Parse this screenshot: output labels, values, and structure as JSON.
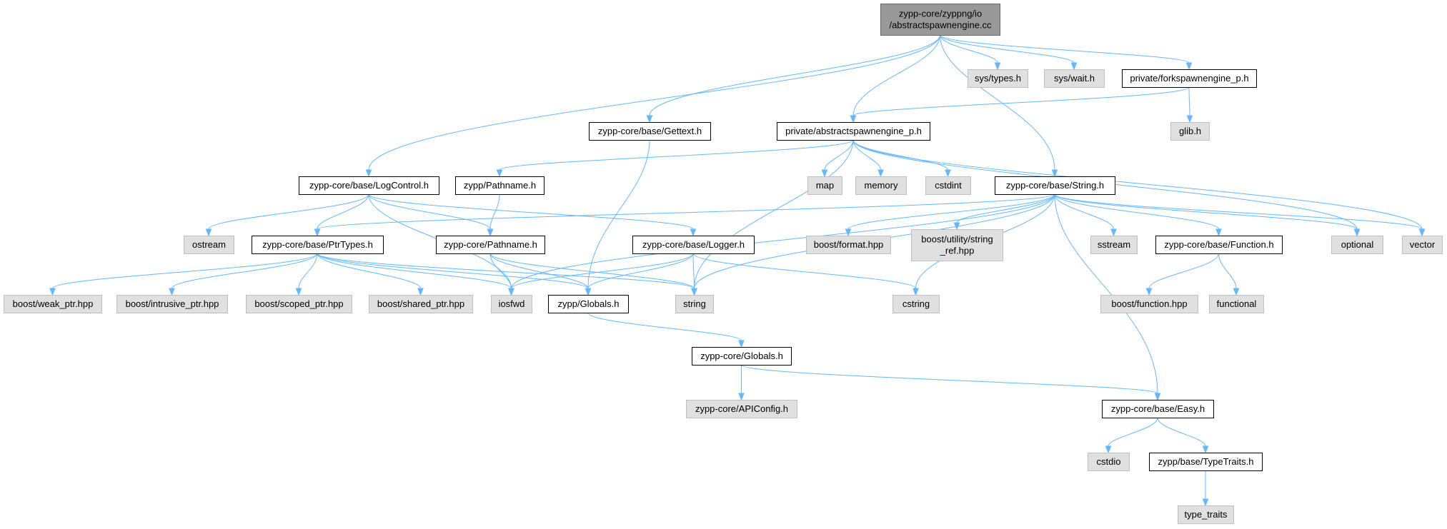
{
  "colors": {
    "root_fill": "#999999",
    "documented_fill": "#ffffff",
    "external_fill": "#e0e0e0",
    "documented_border": "#000000",
    "external_border": "#bfbfbf",
    "edge": "#63b8ff"
  },
  "diagram": {
    "nodes": [
      {
        "id": "root",
        "kind": "root",
        "lines": [
          "zypp-core/zyppng/io",
          "/abstractspawnengine.cc"
        ]
      },
      {
        "id": "systypes",
        "kind": "external",
        "lines": [
          "sys/types.h"
        ]
      },
      {
        "id": "syswait",
        "kind": "external",
        "lines": [
          "sys/wait.h"
        ]
      },
      {
        "id": "forkspawn",
        "kind": "documented",
        "lines": [
          "private/forkspawnengine_p.h"
        ]
      },
      {
        "id": "glib",
        "kind": "external",
        "lines": [
          "glib.h"
        ]
      },
      {
        "id": "gettext",
        "kind": "documented",
        "lines": [
          "zypp-core/base/Gettext.h"
        ]
      },
      {
        "id": "abstractspawn",
        "kind": "documented",
        "lines": [
          "private/abstractspawnengine_p.h"
        ]
      },
      {
        "id": "logcontrol",
        "kind": "documented",
        "lines": [
          "zypp-core/base/LogControl.h"
        ]
      },
      {
        "id": "zpathname",
        "kind": "documented",
        "lines": [
          "zypp/Pathname.h"
        ]
      },
      {
        "id": "map",
        "kind": "external",
        "lines": [
          "map"
        ]
      },
      {
        "id": "memory",
        "kind": "external",
        "lines": [
          "memory"
        ]
      },
      {
        "id": "cstdint",
        "kind": "external",
        "lines": [
          "cstdint"
        ]
      },
      {
        "id": "stringh",
        "kind": "documented",
        "lines": [
          "zypp-core/base/String.h"
        ]
      },
      {
        "id": "optional",
        "kind": "external",
        "lines": [
          "optional"
        ]
      },
      {
        "id": "vector",
        "kind": "external",
        "lines": [
          "vector"
        ]
      },
      {
        "id": "ostream",
        "kind": "external",
        "lines": [
          "ostream"
        ]
      },
      {
        "id": "ptrtypes",
        "kind": "documented",
        "lines": [
          "zypp-core/base/PtrTypes.h"
        ]
      },
      {
        "id": "cpathname",
        "kind": "documented",
        "lines": [
          "zypp-core/Pathname.h"
        ]
      },
      {
        "id": "logger",
        "kind": "documented",
        "lines": [
          "zypp-core/base/Logger.h"
        ]
      },
      {
        "id": "boostformat",
        "kind": "external",
        "lines": [
          "boost/format.hpp"
        ]
      },
      {
        "id": "boostutil",
        "kind": "external",
        "lines": [
          "boost/utility/string",
          "_ref.hpp"
        ]
      },
      {
        "id": "sstream",
        "kind": "external",
        "lines": [
          "sstream"
        ]
      },
      {
        "id": "function",
        "kind": "documented",
        "lines": [
          "zypp-core/base/Function.h"
        ]
      },
      {
        "id": "weakptr",
        "kind": "external",
        "lines": [
          "boost/weak_ptr.hpp"
        ]
      },
      {
        "id": "intrusive",
        "kind": "external",
        "lines": [
          "boost/intrusive_ptr.hpp"
        ]
      },
      {
        "id": "scoped",
        "kind": "external",
        "lines": [
          "boost/scoped_ptr.hpp"
        ]
      },
      {
        "id": "shared",
        "kind": "external",
        "lines": [
          "boost/shared_ptr.hpp"
        ]
      },
      {
        "id": "iosfwd",
        "kind": "external",
        "lines": [
          "iosfwd"
        ]
      },
      {
        "id": "zglobals",
        "kind": "documented",
        "lines": [
          "zypp/Globals.h"
        ]
      },
      {
        "id": "string",
        "kind": "external",
        "lines": [
          "string"
        ]
      },
      {
        "id": "cstring",
        "kind": "external",
        "lines": [
          "cstring"
        ]
      },
      {
        "id": "boostfunction",
        "kind": "external",
        "lines": [
          "boost/function.hpp"
        ]
      },
      {
        "id": "functional",
        "kind": "external",
        "lines": [
          "functional"
        ]
      },
      {
        "id": "cglobals",
        "kind": "documented",
        "lines": [
          "zypp-core/Globals.h"
        ]
      },
      {
        "id": "apiconfig",
        "kind": "external",
        "lines": [
          "zypp-core/APIConfig.h"
        ]
      },
      {
        "id": "easy",
        "kind": "documented",
        "lines": [
          "zypp-core/base/Easy.h"
        ]
      },
      {
        "id": "cstdio",
        "kind": "external",
        "lines": [
          "cstdio"
        ]
      },
      {
        "id": "typetraits",
        "kind": "documented",
        "lines": [
          "zypp/base/TypeTraits.h"
        ]
      },
      {
        "id": "type_traits",
        "kind": "external",
        "lines": [
          "type_traits"
        ]
      }
    ],
    "edges": [
      {
        "from": "root",
        "to": "systypes"
      },
      {
        "from": "root",
        "to": "syswait"
      },
      {
        "from": "root",
        "to": "forkspawn"
      },
      {
        "from": "root",
        "to": "gettext"
      },
      {
        "from": "root",
        "to": "abstractspawn"
      },
      {
        "from": "root",
        "to": "logcontrol"
      },
      {
        "from": "root",
        "to": "stringh"
      },
      {
        "from": "forkspawn",
        "to": "glib"
      },
      {
        "from": "forkspawn",
        "to": "abstractspawn"
      },
      {
        "from": "gettext",
        "to": "zglobals"
      },
      {
        "from": "abstractspawn",
        "to": "zpathname"
      },
      {
        "from": "abstractspawn",
        "to": "map"
      },
      {
        "from": "abstractspawn",
        "to": "memory"
      },
      {
        "from": "abstractspawn",
        "to": "cstdint"
      },
      {
        "from": "abstractspawn",
        "to": "optional"
      },
      {
        "from": "abstractspawn",
        "to": "vector"
      },
      {
        "from": "abstractspawn",
        "to": "string"
      },
      {
        "from": "logcontrol",
        "to": "ostream"
      },
      {
        "from": "logcontrol",
        "to": "ptrtypes"
      },
      {
        "from": "logcontrol",
        "to": "cpathname"
      },
      {
        "from": "logcontrol",
        "to": "logger"
      },
      {
        "from": "logcontrol",
        "to": "iosfwd"
      },
      {
        "from": "zpathname",
        "to": "cpathname"
      },
      {
        "from": "stringh",
        "to": "ptrtypes"
      },
      {
        "from": "stringh",
        "to": "iosfwd"
      },
      {
        "from": "stringh",
        "to": "boostformat"
      },
      {
        "from": "stringh",
        "to": "boostutil"
      },
      {
        "from": "stringh",
        "to": "sstream"
      },
      {
        "from": "stringh",
        "to": "function"
      },
      {
        "from": "stringh",
        "to": "optional"
      },
      {
        "from": "stringh",
        "to": "vector"
      },
      {
        "from": "stringh",
        "to": "string"
      },
      {
        "from": "stringh",
        "to": "cstring"
      },
      {
        "from": "stringh",
        "to": "easy"
      },
      {
        "from": "ptrtypes",
        "to": "weakptr"
      },
      {
        "from": "ptrtypes",
        "to": "intrusive"
      },
      {
        "from": "ptrtypes",
        "to": "scoped"
      },
      {
        "from": "ptrtypes",
        "to": "shared"
      },
      {
        "from": "ptrtypes",
        "to": "iosfwd"
      },
      {
        "from": "ptrtypes",
        "to": "zglobals"
      },
      {
        "from": "ptrtypes",
        "to": "string"
      },
      {
        "from": "cpathname",
        "to": "iosfwd"
      },
      {
        "from": "cpathname",
        "to": "zglobals"
      },
      {
        "from": "cpathname",
        "to": "string"
      },
      {
        "from": "logger",
        "to": "iosfwd"
      },
      {
        "from": "logger",
        "to": "zglobals"
      },
      {
        "from": "logger",
        "to": "string"
      },
      {
        "from": "logger",
        "to": "cstring"
      },
      {
        "from": "function",
        "to": "boostfunction"
      },
      {
        "from": "function",
        "to": "functional"
      },
      {
        "from": "zglobals",
        "to": "cglobals"
      },
      {
        "from": "cglobals",
        "to": "apiconfig"
      },
      {
        "from": "cglobals",
        "to": "easy"
      },
      {
        "from": "easy",
        "to": "cstdio"
      },
      {
        "from": "easy",
        "to": "typetraits"
      },
      {
        "from": "typetraits",
        "to": "type_traits"
      }
    ]
  }
}
